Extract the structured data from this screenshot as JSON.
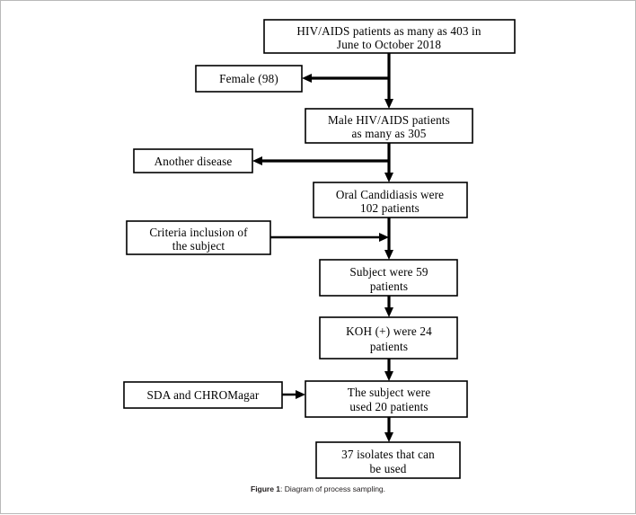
{
  "figure": {
    "caption_label": "Figure 1",
    "caption_separator": ": ",
    "caption_text": "Diagram of process sampling.",
    "frame_color": "#b9b9b9",
    "line_color": "#000000",
    "box_fill": "#ffffff"
  },
  "diagram": {
    "type": "flowchart",
    "orientation": "top-to-bottom",
    "main_flow": [
      {
        "id": "node-total-patients",
        "lines": [
          "HIV/AIDS patients as many as 403 in",
          "June to October 2018"
        ],
        "count": 403
      },
      {
        "id": "node-male-patients",
        "lines": [
          "Male HIV/AIDS patients",
          "as many as 305"
        ],
        "count": 305
      },
      {
        "id": "node-oral-candidiasis",
        "lines": [
          "Oral Candidiasis were",
          "102 patients"
        ],
        "count": 102
      },
      {
        "id": "node-subject",
        "lines": [
          "Subject were 59",
          "patients"
        ],
        "count": 59
      },
      {
        "id": "node-koh",
        "lines": [
          "KOH (+) were 24",
          "patients"
        ],
        "count": 24
      },
      {
        "id": "node-subject-used",
        "lines": [
          "The subject were",
          "used 20 patients"
        ],
        "count": 20
      },
      {
        "id": "node-isolates",
        "lines": [
          "37 isolates that can",
          "be used"
        ],
        "count": 37
      }
    ],
    "side_nodes": [
      {
        "id": "node-female",
        "lines": [
          "Female (98)"
        ],
        "count": 98,
        "direction": "excluded-left",
        "from": "node-total-patients"
      },
      {
        "id": "node-another-disease",
        "lines": [
          "Another disease"
        ],
        "direction": "excluded-left",
        "from": "node-male-patients"
      },
      {
        "id": "node-criteria-inclusion",
        "lines": [
          "Criteria inclusion of",
          "the subject"
        ],
        "direction": "applied-right",
        "to": "node-subject"
      },
      {
        "id": "node-sda-chromagar",
        "lines": [
          "SDA and CHROMagar"
        ],
        "direction": "applied-right",
        "to": "node-subject-used"
      }
    ]
  }
}
